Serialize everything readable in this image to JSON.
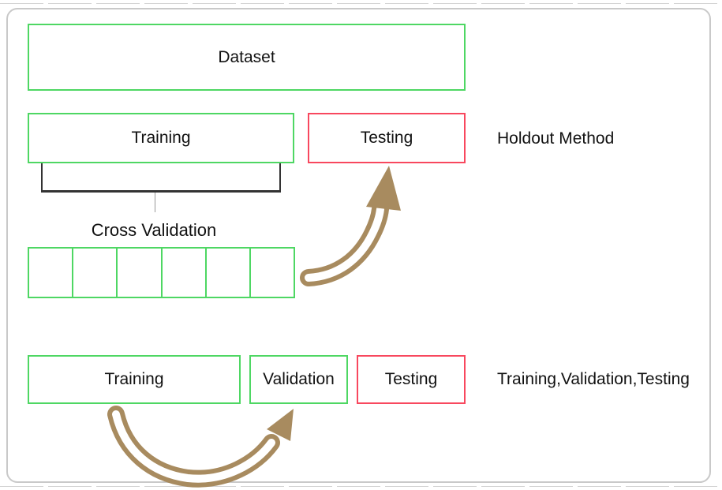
{
  "colors": {
    "green": "#4ed763",
    "red": "#f8485e",
    "tan": "#a88b5f",
    "text": "#111111",
    "frame_border": "#c9c9c9",
    "bracket": "#333333",
    "bracket_stem": "#999999",
    "dash": "#d2d2d2"
  },
  "dataset": {
    "label": "Dataset"
  },
  "holdout_row": {
    "training_label": "Training",
    "testing_label": "Testing",
    "caption": "Holdout Method"
  },
  "cross_validation": {
    "title": "Cross Validation",
    "fold_count": 6
  },
  "final_row": {
    "training_label": "Training",
    "validation_label": "Validation",
    "testing_label": "Testing",
    "caption": "Training,Validation,Testing"
  }
}
